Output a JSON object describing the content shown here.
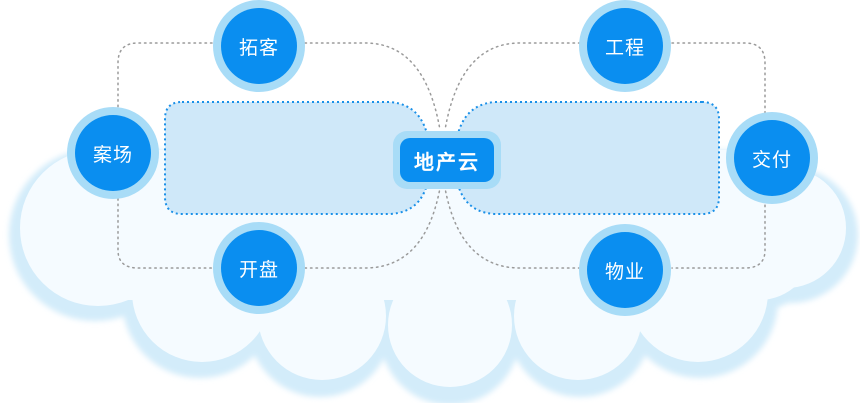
{
  "center": {
    "label": "地产云",
    "color": "#0a8ef0",
    "ring": "#a8dcf7"
  },
  "nodes": [
    {
      "key": "tuoke",
      "label": "拓客"
    },
    {
      "key": "anchang",
      "label": "案场"
    },
    {
      "key": "kaipan",
      "label": "开盘"
    },
    {
      "key": "gongcheng",
      "label": "工程"
    },
    {
      "key": "jiaofu",
      "label": "交付"
    },
    {
      "key": "wuye",
      "label": "物业"
    }
  ],
  "colors": {
    "node_fill": "#0a8ef0",
    "node_ring": "#a8dcf7",
    "panel_fill": "#cfe8f9",
    "panel_border": "#1a90e8",
    "connector": "#9a9a9a",
    "cloud": "#f3faff",
    "cloud_edge": "#bfe3f7"
  }
}
